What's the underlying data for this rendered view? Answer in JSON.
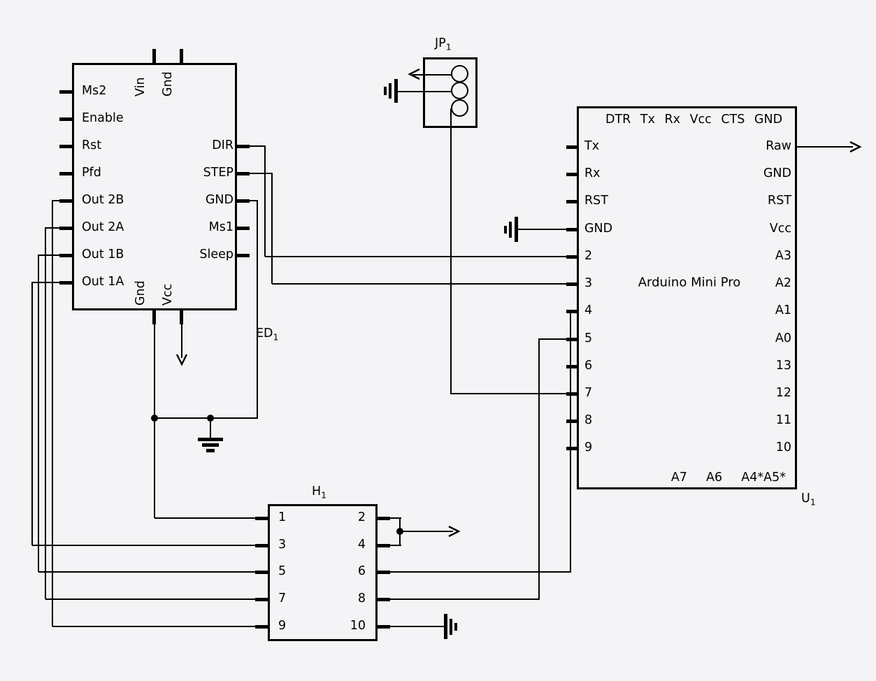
{
  "colors": {
    "ink": "#000000",
    "background": "#f4f4f6"
  },
  "driver": {
    "left_pins": [
      "Ms2",
      "Enable",
      "Rst",
      "Pfd",
      "Out 2B",
      "Out 2A",
      "Out 1B",
      "Out 1A"
    ],
    "right_pins": [
      "DIR",
      "STEP",
      "GND",
      "Ms1",
      "Sleep"
    ],
    "top_pins": [
      "Vin",
      "Gnd"
    ],
    "bottom_pins": [
      "Gnd",
      "Vcc"
    ]
  },
  "jumper": {
    "ref": "JP",
    "sub": "1"
  },
  "led_label": {
    "ref": "ED",
    "sub": "1"
  },
  "arduino": {
    "title": "Arduino Mini Pro",
    "top_row": "DTR Tx Rx Vcc CTS GND",
    "bottom_row": "A7  A6  A4*A5*",
    "left_pins": [
      "Tx",
      "Rx",
      "RST",
      "GND",
      "2",
      "3",
      "4",
      "5",
      "6",
      "7",
      "8",
      "9"
    ],
    "right_pins": [
      "Raw",
      "GND",
      "RST",
      "Vcc",
      "A3",
      "A2",
      "A1",
      "A0",
      "13",
      "12",
      "11",
      "10"
    ],
    "ref": {
      "label": "U",
      "sub": "1"
    }
  },
  "header": {
    "ref": "H",
    "sub": "1",
    "left_pins": [
      "1",
      "3",
      "5",
      "7",
      "9"
    ],
    "right_pins": [
      "2",
      "4",
      "6",
      "8",
      "10"
    ]
  },
  "icons": {
    "ground": "ground-symbol",
    "earth_ground": "earth-ground-symbol",
    "offpage_arrow": "off-page-arrow",
    "supply_arrow": "supply-down-arrow"
  }
}
